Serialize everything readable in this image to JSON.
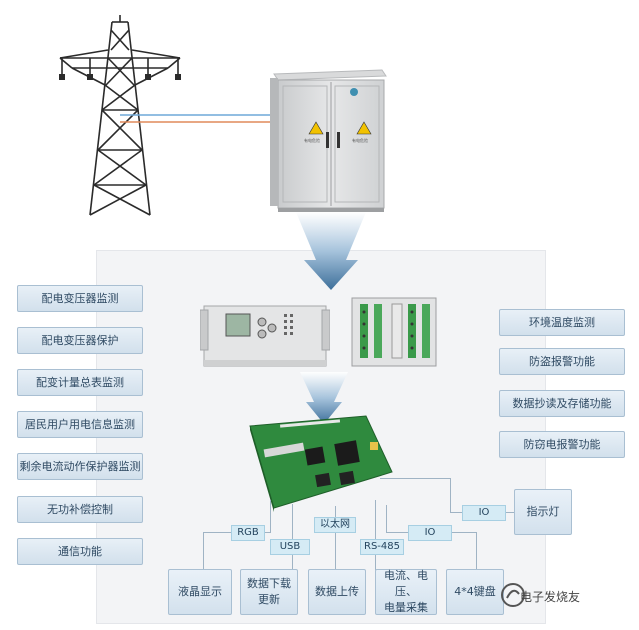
{
  "left_functions": [
    "配电变压器监测",
    "配电变压器保护",
    "配变计量总表监测",
    "居民用户用电信息监测",
    "剩余电流动作保护器监测",
    "无功补偿控制",
    "通信功能"
  ],
  "right_functions": [
    "环境温度监测",
    "防盗报警功能",
    "数据抄读及存储功能",
    "防窃电报警功能"
  ],
  "interfaces": {
    "rgb": "RGB",
    "usb": "USB",
    "ethernet": "以太网",
    "rs485": "RS-485",
    "io_bottom": "IO",
    "io_right": "IO"
  },
  "peripherals": {
    "lcd": "液晶显示",
    "download_line1": "数据下载",
    "download_line2": "更新",
    "upload": "数据上传",
    "acq_line1": "电流、电压、",
    "acq_line2": "电量采集",
    "keyboard": "4*4键盘",
    "indicator": "指示灯"
  },
  "cabinet_labels": {
    "left_warning": "有电危险",
    "right_warning": "有电危险"
  },
  "watermark": "电子发烧友",
  "colors": {
    "box_border": "#a9bfd2",
    "tag_fill": "#d5ebf5",
    "arrow": "#3d6f9a",
    "pcb": "#2f8a3e"
  }
}
